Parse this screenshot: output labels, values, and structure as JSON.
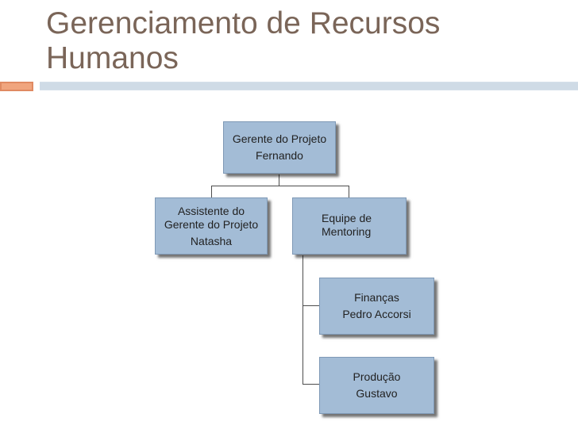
{
  "slide": {
    "title_line1": "Gerenciamento de Recursos",
    "title_line2": "Humanos"
  },
  "org_chart": {
    "root": {
      "role": "Gerente do Projeto",
      "person": "Fernando"
    },
    "assistant": {
      "role_line1": "Assistente do",
      "role_line2": "Gerente do Projeto",
      "person": "Natasha"
    },
    "mentoring": {
      "role_line1": "Equipe de",
      "role_line2": "Mentoring"
    },
    "finance": {
      "role": "Finanças",
      "person": "Pedro Accorsi"
    },
    "production": {
      "role": "Produção",
      "person": "Gustavo"
    }
  },
  "colors": {
    "title": "#7a6558",
    "accent": "#e08a62",
    "box_fill": "#a3bcd6",
    "box_border": "#7f99b6",
    "connector": "#4d4d4d"
  }
}
